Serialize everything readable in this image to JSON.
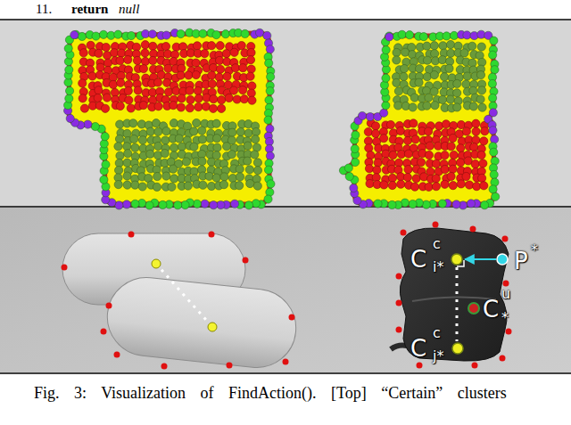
{
  "diagram": {
    "caption": "Fig. 3: Visualization of FindAction(). [Top] “Certain” clusters",
    "labels": [
      "11.",
      "return",
      "null",
      "C",
      "c",
      "i*",
      "P",
      "*",
      "C",
      "u",
      "*",
      "C",
      "c",
      "j*"
    ]
  }
}
